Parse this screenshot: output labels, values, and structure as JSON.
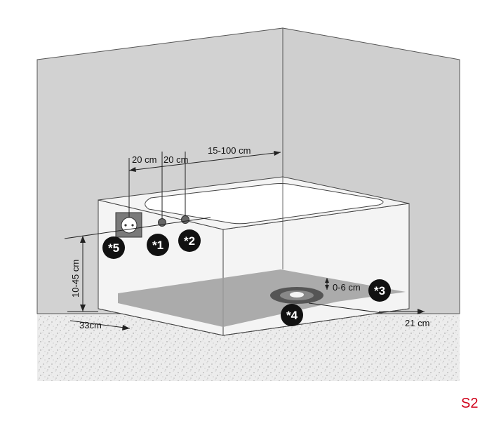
{
  "dimensions": {
    "d1": "20 cm",
    "d2": "20 cm",
    "d3": "15-100 cm",
    "height": "10-45 cm",
    "depth": "0-6 cm",
    "left": "33cm",
    "right": "21 cm"
  },
  "markers": {
    "m1": "*1",
    "m2": "*2",
    "m3": "*3",
    "m4": "*4",
    "m5": "*5"
  },
  "page_code": "S2",
  "colors": {
    "wall_back": "#d2d2d2",
    "wall_right": "#cfcfcf",
    "floor": "#e6e6e6",
    "badge": "#111111",
    "code": "#d0021b"
  }
}
